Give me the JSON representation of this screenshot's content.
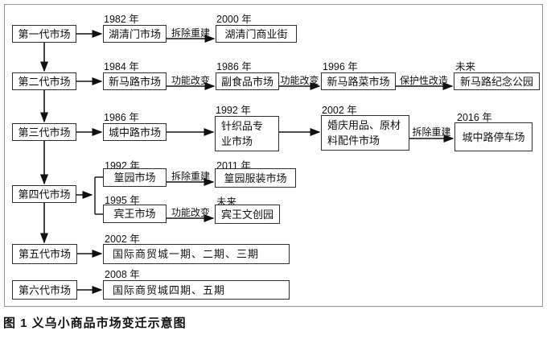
{
  "figure_caption": "图 1 义乌小商品市场变迁示意图",
  "colors": {
    "background": "#ffffff",
    "frame_border": "#949494",
    "box_border": "#2e2e2e",
    "text": "#111111",
    "arrow": "#111111"
  },
  "rows": {
    "row1": {
      "generation": "第一代市场",
      "nodes": [
        {
          "year": "1982 年",
          "label": "湖清门市场"
        },
        {
          "year": "2000 年",
          "label": "湖清门商业街"
        }
      ],
      "edge_labels": [
        "拆除重建"
      ]
    },
    "row2": {
      "generation": "第二代市场",
      "nodes": [
        {
          "year": "1984 年",
          "label": "新马路市场"
        },
        {
          "year": "1986 年",
          "label": "副食品市场"
        },
        {
          "year": "1996 年",
          "label": "新马路菜市场"
        },
        {
          "year": "未来",
          "label": "新马路纪念公园"
        }
      ],
      "edge_labels": [
        "功能改变",
        "功能改变",
        "保护性改造"
      ]
    },
    "row3": {
      "generation": "第三代市场",
      "nodes": [
        {
          "year": "1986 年",
          "label": "城中路市场"
        },
        {
          "year": "1992 年",
          "label": "针织品专业市场"
        },
        {
          "year": "2002 年",
          "label": "婚庆用品、原材料配件市场"
        },
        {
          "year": "2016 年",
          "label": "城中路停车场"
        }
      ],
      "edge_labels": [
        "拆除重建"
      ]
    },
    "row4": {
      "generation": "第四代市场",
      "branches": [
        {
          "nodes": [
            {
              "year": "1992 年",
              "label": "篁园市场"
            },
            {
              "year": "2011 年",
              "label": "篁园服装市场"
            }
          ],
          "edge_labels": [
            "拆除重建"
          ]
        },
        {
          "nodes": [
            {
              "year": "1995 年",
              "label": "宾王市场"
            },
            {
              "year": "未来",
              "label": "宾王文创园"
            }
          ],
          "edge_labels": [
            "功能改变"
          ]
        }
      ]
    },
    "row5": {
      "generation": "第五代市场",
      "nodes": [
        {
          "year": "2002 年",
          "label": "国际商贸城一期、二期、三期"
        }
      ]
    },
    "row6": {
      "generation": "第六代市场",
      "nodes": [
        {
          "year": "2008 年",
          "label": "国际商贸城四期、五期"
        }
      ]
    }
  }
}
